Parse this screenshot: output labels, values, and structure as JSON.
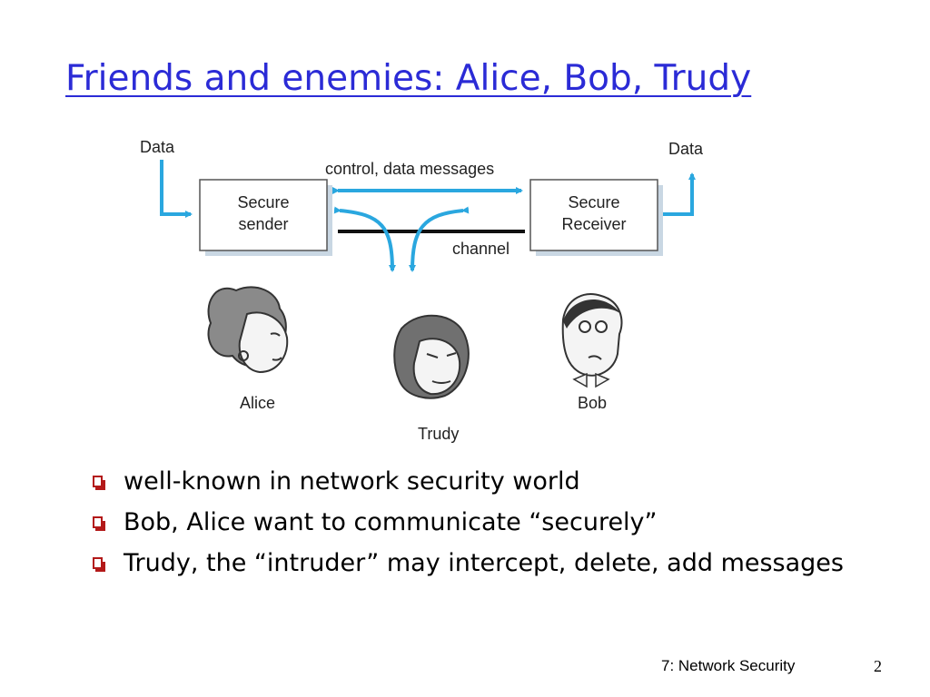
{
  "slide": {
    "title": "Friends and enemies: Alice, Bob, Trudy",
    "footer": "7: Network Security",
    "page_number": "2"
  },
  "diagram": {
    "data_in_label": "Data",
    "data_out_label": "Data",
    "sender_box": [
      "Secure",
      "sender"
    ],
    "receiver_box": [
      "Secure",
      "Receiver"
    ],
    "messages_label": "control, data messages",
    "channel_label": "channel",
    "alice_label": "Alice",
    "trudy_label": "Trudy",
    "bob_label": "Bob",
    "arrow_color": "#2aa7df"
  },
  "bullets": [
    "well-known in network security world",
    "Bob, Alice want to communicate “securely”",
    "Trudy, the “intruder” may intercept, delete, add messages"
  ],
  "colors": {
    "title": "#2b2bd6",
    "bullet": "#b31919"
  }
}
